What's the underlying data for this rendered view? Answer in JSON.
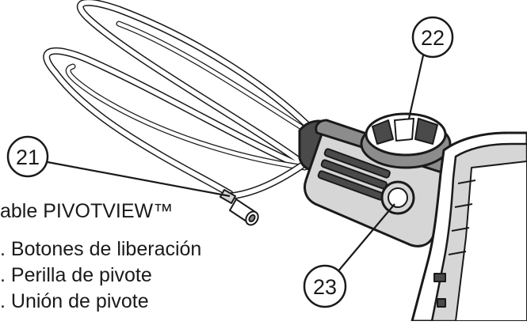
{
  "callouts": [
    {
      "number": "21"
    },
    {
      "number": "22"
    },
    {
      "number": "23"
    }
  ],
  "legend": {
    "title": "able PIVOTVIEW™",
    "items": [
      {
        "text": ". Botones de liberación"
      },
      {
        "text": ". Perilla de pivote"
      },
      {
        "text": ". Unión de pivote"
      }
    ]
  },
  "colors": {
    "line": "#1a1a1a",
    "cable_fill": "#ffffff",
    "device_dark": "#4a4a4a",
    "device_mid": "#8c8c8c",
    "device_light": "#d6d6d6"
  }
}
